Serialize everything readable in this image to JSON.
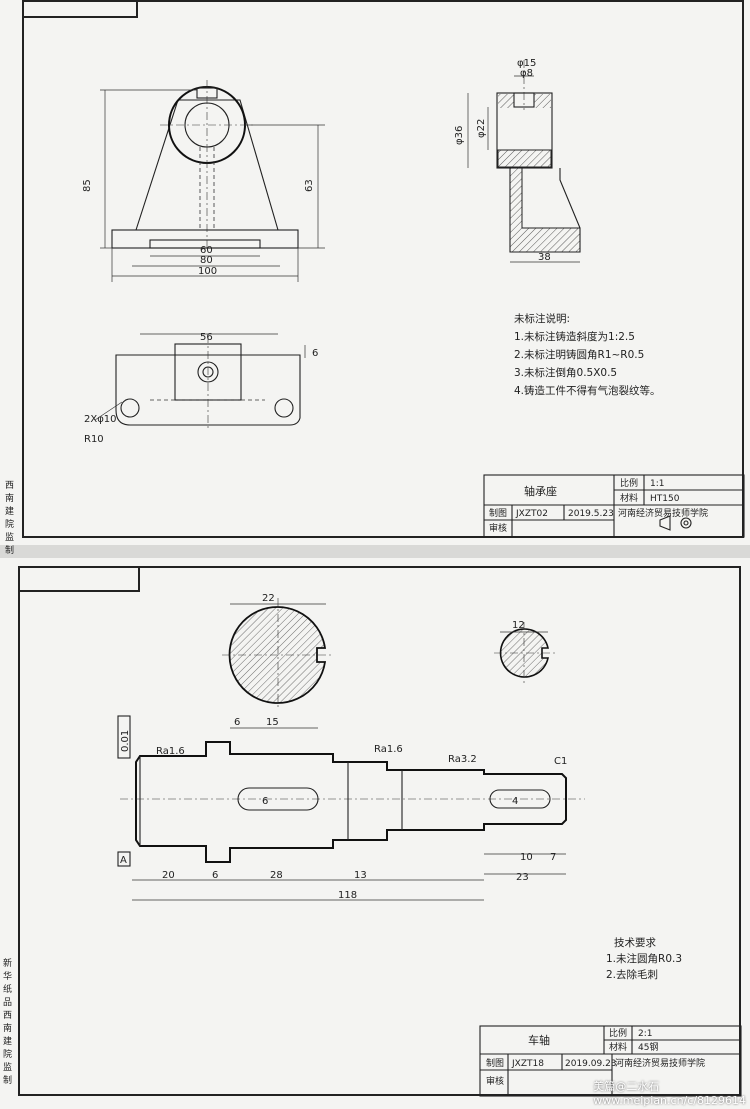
{
  "sheet1": {
    "title_block": {
      "part_name": "轴承座",
      "scale_label": "比例",
      "scale": "1:1",
      "material_label": "材料",
      "material": "HT150",
      "drawn_label": "制图",
      "drawing_no": "JXZT02",
      "date": "2019.5.23",
      "school": "河南经济贸易技师学院",
      "review_label": "审核"
    },
    "notes": {
      "heading": "未标注说明:",
      "items": [
        "1.未标注铸造斜度为1:2.5",
        "2.未标注明铸圆角R1~R0.5",
        "3.未标注倒角0.5X0.5",
        "4.铸造工件不得有气泡裂纹等。"
      ]
    },
    "dims": {
      "h85": "85",
      "h63": "63",
      "w60": "60",
      "w80": "80",
      "w100": "100",
      "d15": "φ15",
      "d8": "φ8",
      "d22": "φ22",
      "d36": "φ36",
      "w38": "38",
      "w56": "56",
      "h6": "6",
      "holes": "2Xφ10",
      "r10": "R10"
    },
    "side_text": "西南建院监制"
  },
  "sheet2": {
    "title_block": {
      "part_name": "车轴",
      "scale_label": "比例",
      "scale": "2:1",
      "material_label": "材料",
      "material": "45钢",
      "drawn_label": "制图",
      "drawing_no": "JXZT18",
      "date": "2019.09.23",
      "school": "河南经济贸易技师学院",
      "review_label": "审核"
    },
    "notes": {
      "heading": "技术要求",
      "items": [
        "1.未注圆角R0.3",
        "2.去除毛刺"
      ]
    },
    "dims": {
      "d22": "22",
      "d12": "12",
      "w6": "6",
      "w15": "15",
      "ra16a": "Ra1.6",
      "ra16b": "Ra1.6",
      "ra32": "Ra3.2",
      "c1": "C1",
      "tol": "0.01",
      "datum": "A",
      "l20": "20",
      "l6": "6",
      "l28": "28",
      "l13": "13",
      "l118": "118",
      "l10": "10",
      "l7": "7",
      "l23": "23",
      "w4": "4",
      "w6b": "6"
    },
    "side_text": "新华纸品西南建院监制"
  },
  "watermark": "美篇@二水石",
  "watermark2": "www.meipian.cn/c/8129614"
}
